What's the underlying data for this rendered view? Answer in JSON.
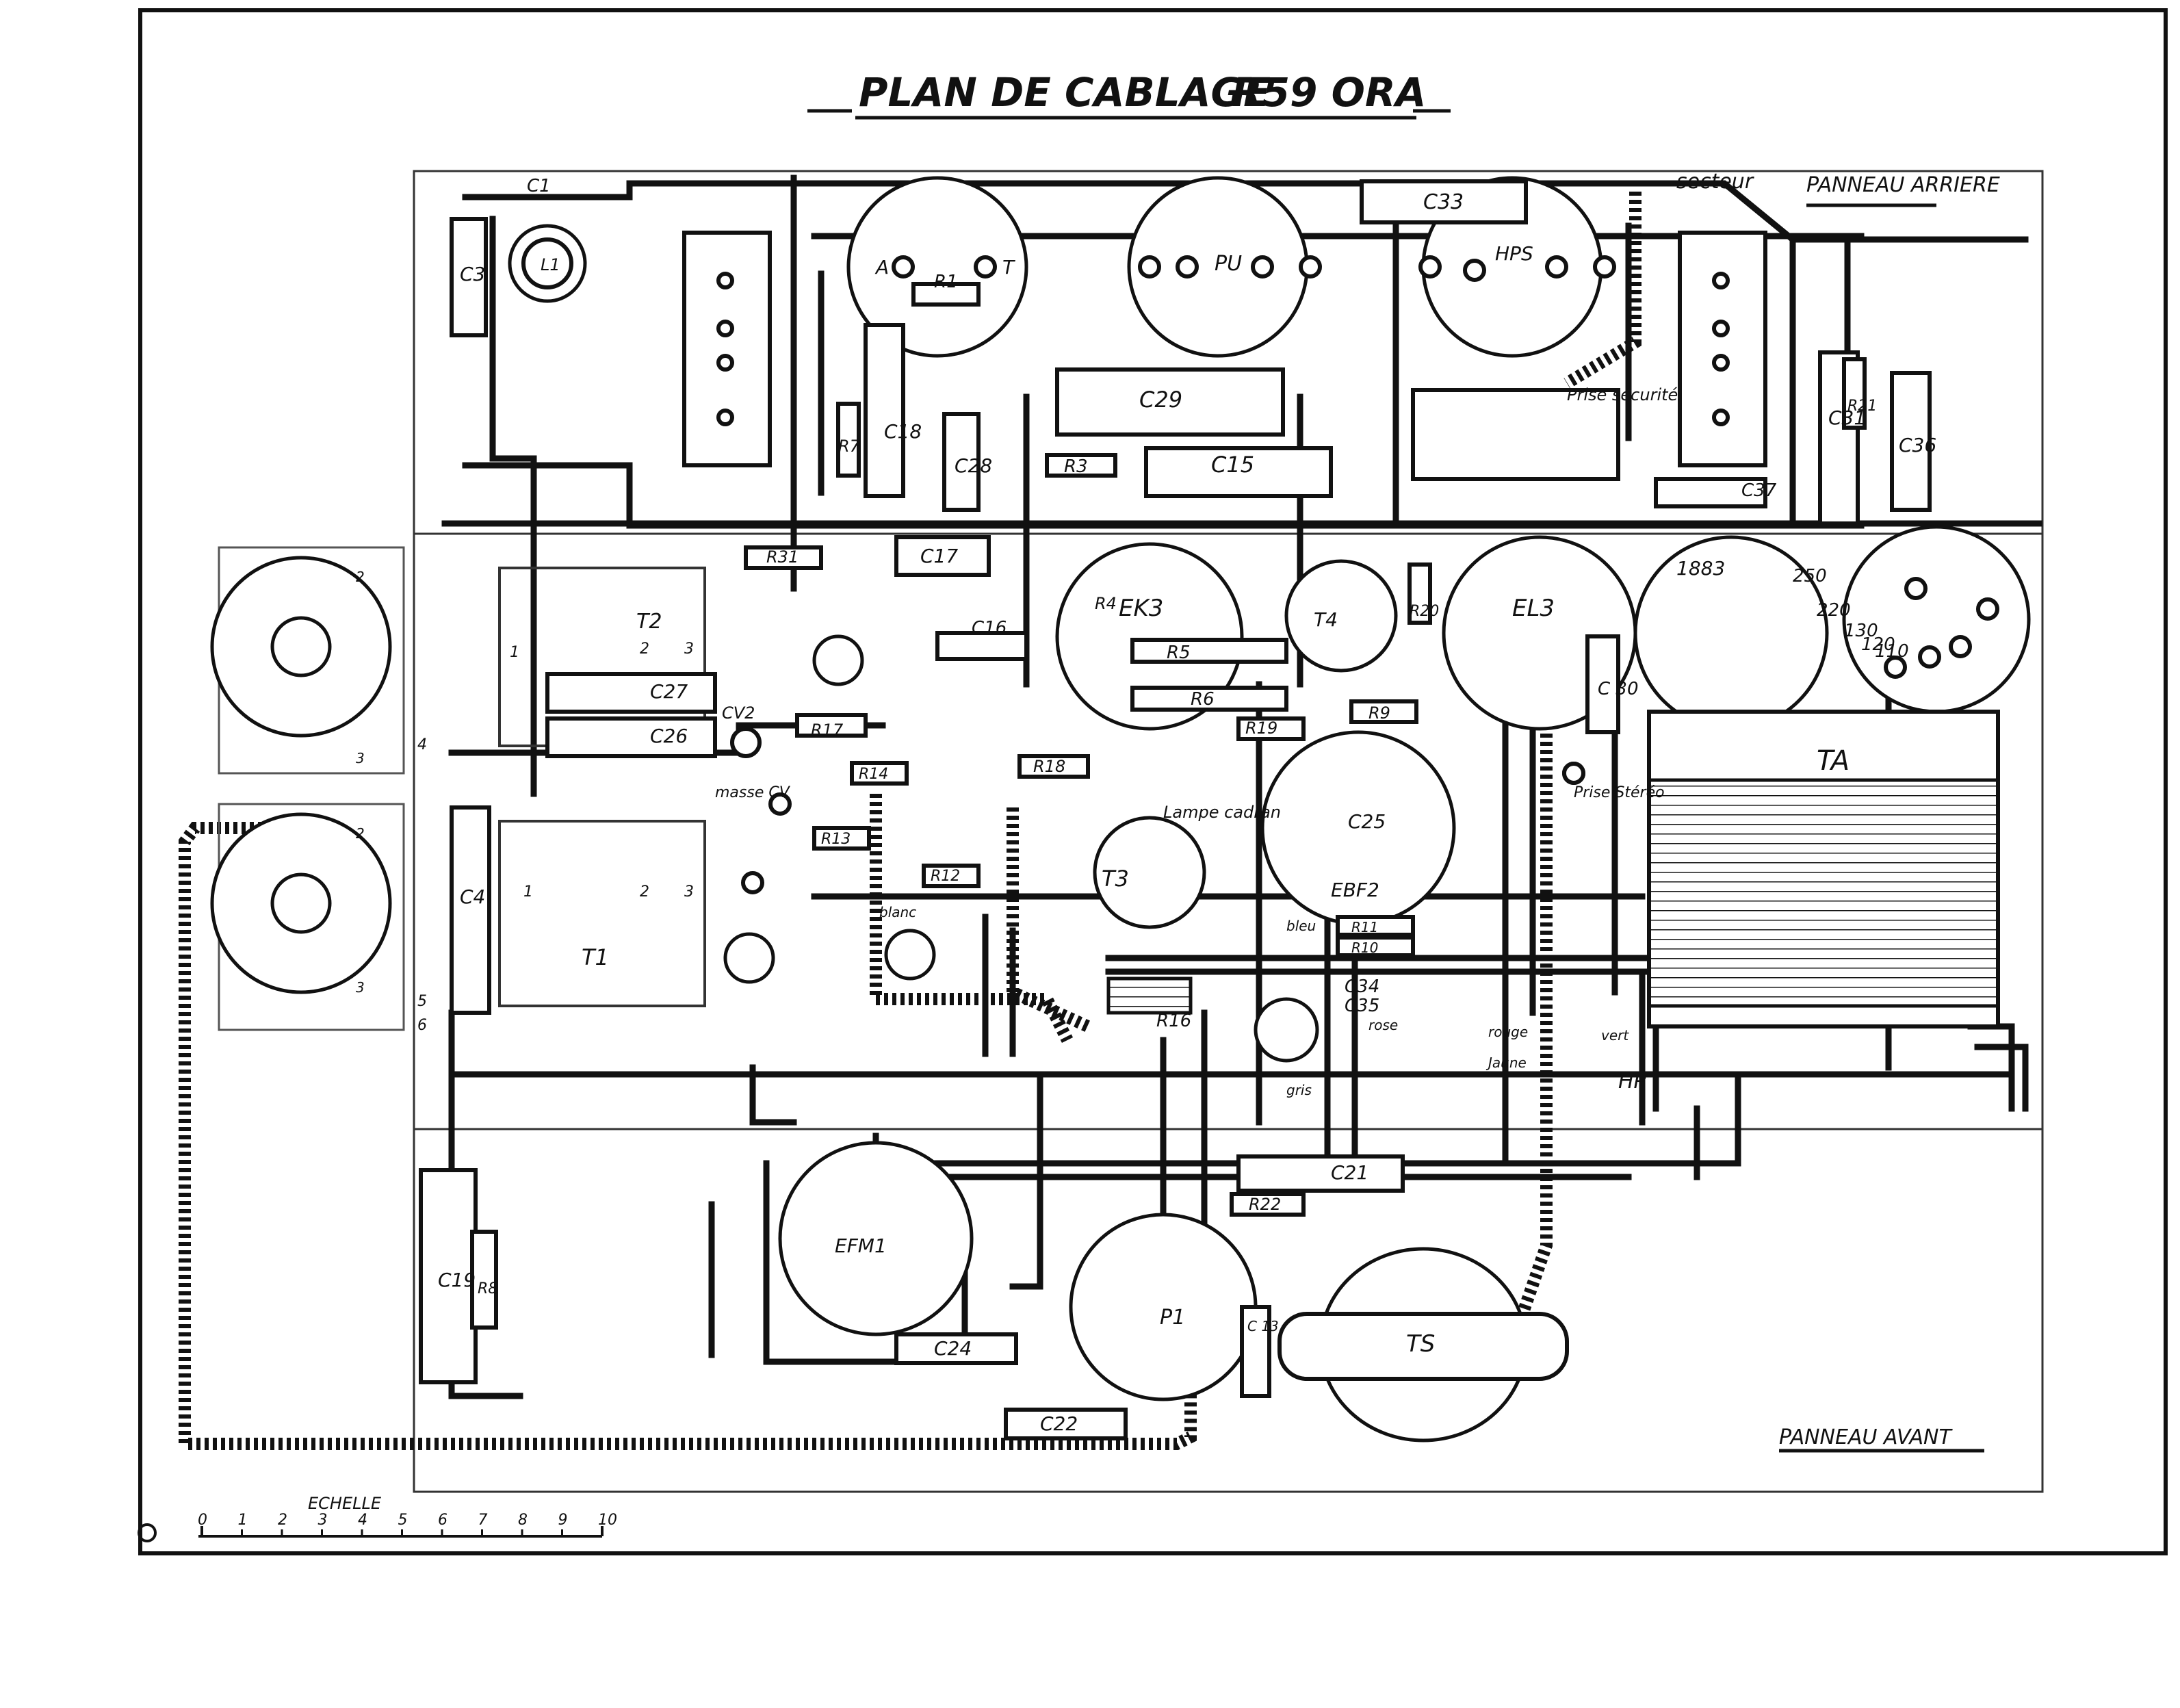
{
  "title": {
    "text": "PLAN DE CABLAGE",
    "model": "R59 ORA"
  },
  "panels": {
    "rear": "PANNEAU ARRIERE",
    "front": "PANNEAU AVANT"
  },
  "secteur": "secteur",
  "scale": {
    "label": "ECHELLE",
    "ticks": [
      "0",
      "1",
      "2",
      "3",
      "4",
      "5",
      "6",
      "7",
      "8",
      "9",
      "10"
    ]
  },
  "components": {
    "C1": "C1",
    "C3": "C3",
    "L1": "L1",
    "C4": "C4",
    "C13": "C 13",
    "C15": "C15",
    "C16": "C16",
    "C17": "C17",
    "C18": "C18",
    "C19": "C19",
    "C21": "C21",
    "C22": "C22",
    "C24": "C24",
    "C25": "C25",
    "C26": "C26",
    "C27": "C27",
    "C28": "C28",
    "C29": "C29",
    "C30": "C 30",
    "C31": "C31",
    "C33": "C33",
    "C34": "C34",
    "C35": "C35",
    "C36": "C36",
    "C37": "C37",
    "R1": "R1",
    "R3": "R3",
    "R4": "R4",
    "R5": "R5",
    "R6": "R6",
    "R7": "R7",
    "R8": "R8",
    "R9": "R9",
    "R10": "R10",
    "R11": "R11",
    "R12": "R12",
    "R13": "R13",
    "R14": "R14",
    "R16": "R16",
    "R17": "R17",
    "R18": "R18",
    "R19": "R19",
    "R20": "R20",
    "R21": "R21",
    "R22": "R22",
    "R31": "R31",
    "T1": "T1",
    "T2": "T2",
    "T3": "T3",
    "T4": "T4",
    "TA": "TA",
    "TS": "TS",
    "P1": "P1",
    "CV2": "CV2",
    "masseCV": "masse CV",
    "HP": "HP",
    "HPS": "HPS",
    "PU": "PU",
    "A": "A",
    "T": "T"
  },
  "tubes": {
    "EK3": "EK3",
    "EL3": "EL3",
    "EBF2": "EBF2",
    "EFM1": "EFM1",
    "rect": "1883"
  },
  "voltages": [
    "250",
    "220",
    "130",
    "120",
    "110"
  ],
  "notes": {
    "prise_securite": "Prise sécurité",
    "prise_stereo": "Prise Stéréo",
    "lampe_cadran": "Lampe cadran",
    "rose": "rose",
    "rouge": "rouge",
    "jaune": "Jaune",
    "vert": "vert",
    "bleu": "bleu",
    "blanc": "blanc",
    "gris": "gris"
  },
  "terminals": [
    "1",
    "2",
    "3",
    "1",
    "2",
    "3",
    "4",
    "5",
    "6",
    "2",
    "3",
    "2",
    "3"
  ]
}
